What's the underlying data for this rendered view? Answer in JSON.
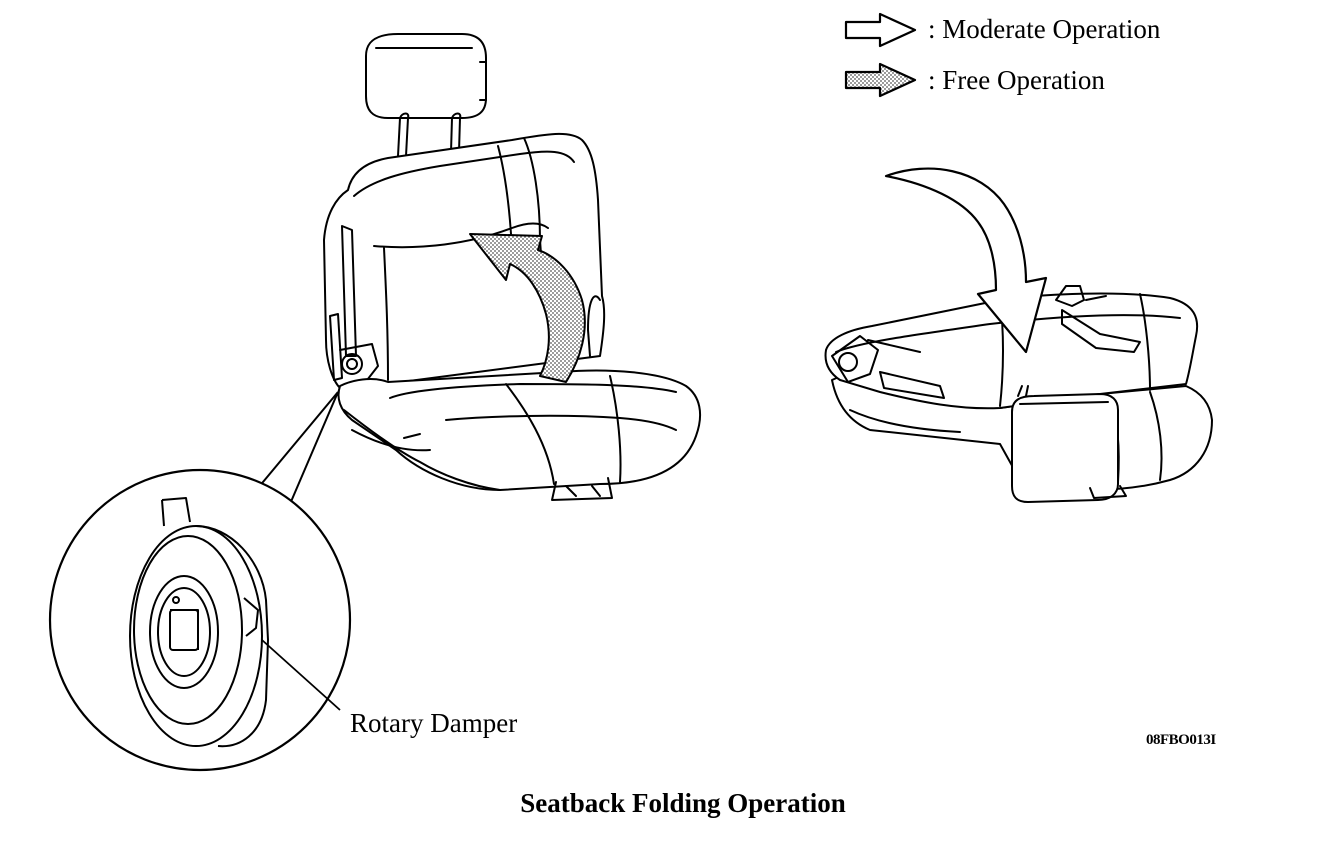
{
  "legend": {
    "moderate_label": ": Moderate Operation",
    "free_label": ": Free Operation",
    "moderate_arrow_fill": "#ffffff",
    "free_arrow_fill": "dotted-gray"
  },
  "callout": {
    "label": "Rotary Damper"
  },
  "figure_code": "08FBO013I",
  "caption": "Seatback Folding Operation",
  "colors": {
    "line": "#000000",
    "background": "#ffffff",
    "stipple": "#808080"
  }
}
